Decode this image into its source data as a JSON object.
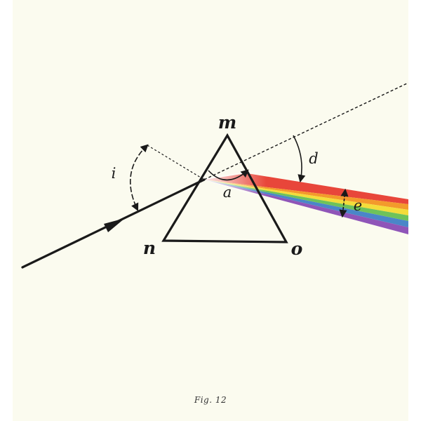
{
  "labels": {
    "vertex_top": "m",
    "vertex_left": "n",
    "vertex_right": "o",
    "angle_incidence": "i",
    "angle_prism": "a",
    "angle_deviation": "d",
    "angle_dispersion": "e"
  },
  "caption": "Fig. 12",
  "colors": {
    "background": "#fbfbef",
    "ink": "#1a1a1a",
    "spectrum": [
      "#e8463a",
      "#f39a2b",
      "#f4dc3a",
      "#6ec25a",
      "#4a86c8",
      "#8f55b8"
    ]
  }
}
